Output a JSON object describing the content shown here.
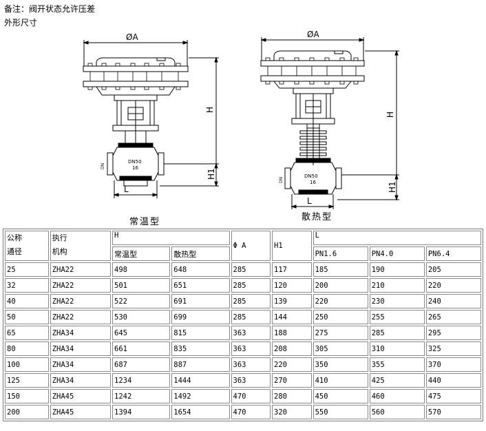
{
  "note": "备注：阀开状态允许压差",
  "subtitle": "外形尺寸",
  "figure_left": {
    "dim_a": "ØA",
    "dim_h": "H",
    "dim_h1": "H1",
    "dim_l": "L",
    "caption": "常温型"
  },
  "figure_right": {
    "dim_a": "ØA",
    "dim_h": "H",
    "dim_h1": "H1",
    "dim_l": "L",
    "caption": "散热型"
  },
  "table": {
    "headers": {
      "dn_line1": "公称",
      "dn_line2": "通径",
      "act_line1": "执行",
      "act_line2": "机构",
      "h": "H",
      "h_normal": "常温型",
      "h_cooling": "散热型",
      "phi_a": "Φ A",
      "h1": "H1",
      "l": "L",
      "pn16": "PN1.6",
      "pn40": "PN4.0",
      "pn64": "PN6.4"
    },
    "rows": [
      {
        "dn": "25",
        "act": "ZHA22",
        "h_normal": "498",
        "h_cooling": "648",
        "phi_a": "285",
        "h1": "117",
        "pn16": "185",
        "pn40": "190",
        "pn64": "205"
      },
      {
        "dn": "32",
        "act": "ZHA22",
        "h_normal": "501",
        "h_cooling": "651",
        "phi_a": "285",
        "h1": "120",
        "pn16": "200",
        "pn40": "210",
        "pn64": "220"
      },
      {
        "dn": "40",
        "act": "ZHA22",
        "h_normal": "522",
        "h_cooling": "691",
        "phi_a": "285",
        "h1": "139",
        "pn16": "220",
        "pn40": "230",
        "pn64": "240"
      },
      {
        "dn": "50",
        "act": "ZHA22",
        "h_normal": "530",
        "h_cooling": "699",
        "phi_a": "285",
        "h1": "144",
        "pn16": "250",
        "pn40": "255",
        "pn64": "265"
      },
      {
        "dn": "65",
        "act": "ZHA34",
        "h_normal": "645",
        "h_cooling": "815",
        "phi_a": "363",
        "h1": "188",
        "pn16": "275",
        "pn40": "285",
        "pn64": "295"
      },
      {
        "dn": "80",
        "act": "ZHA34",
        "h_normal": "661",
        "h_cooling": "835",
        "phi_a": "363",
        "h1": "208",
        "pn16": "305",
        "pn40": "310",
        "pn64": "325"
      },
      {
        "dn": "100",
        "act": "ZHA34",
        "h_normal": "687",
        "h_cooling": "887",
        "phi_a": "363",
        "h1": "220",
        "pn16": "350",
        "pn40": "355",
        "pn64": "370"
      },
      {
        "dn": "125",
        "act": "ZHA34",
        "h_normal": "1234",
        "h_cooling": "1444",
        "phi_a": "363",
        "h1": "270",
        "pn16": "410",
        "pn40": "425",
        "pn64": "440"
      },
      {
        "dn": "150",
        "act": "ZHA45",
        "h_normal": "1242",
        "h_cooling": "1492",
        "phi_a": "470",
        "h1": "280",
        "pn16": "450",
        "pn40": "460",
        "pn64": "475"
      },
      {
        "dn": "200",
        "act": "ZHA45",
        "h_normal": "1394",
        "h_cooling": "1654",
        "phi_a": "470",
        "h1": "320",
        "pn16": "550",
        "pn40": "560",
        "pn64": "570"
      }
    ]
  }
}
